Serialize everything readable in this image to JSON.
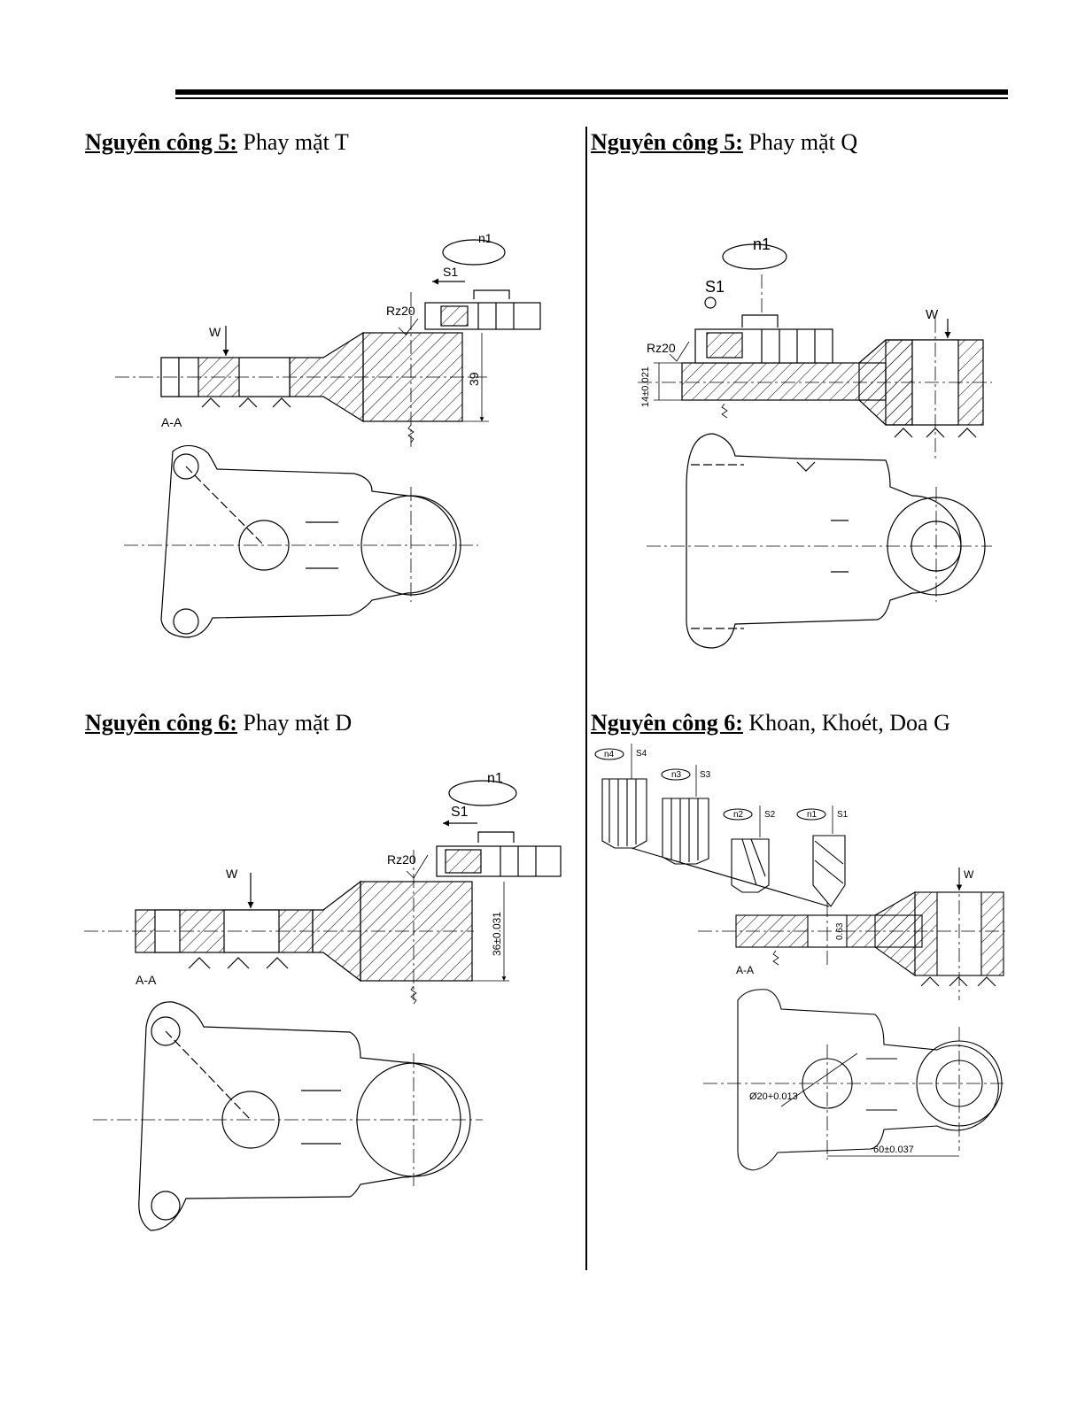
{
  "sections": [
    {
      "label": "Nguyên công 5:",
      "desc": "Phay mặt T"
    },
    {
      "label": "Nguyên công 5:",
      "desc": "Phay mặt Q"
    },
    {
      "label": "Nguyên công 6:",
      "desc": "Phay mặt D"
    },
    {
      "label": "Nguyên công 6:",
      "desc": "Khoan, Khoét, Doa G"
    }
  ],
  "d1": {
    "n": "n1",
    "s": "S1",
    "rz": "Rz20",
    "w": "W",
    "section": "A-A",
    "dim": "39"
  },
  "d2": {
    "n": "n1",
    "s": "S1",
    "rz": "Rz20",
    "w": "W",
    "dim": "14±0.021"
  },
  "d3": {
    "n": "n1",
    "s": "S1",
    "rz": "Rz20",
    "w": "W",
    "section": "A-A",
    "dim": "36±0.031"
  },
  "d4": {
    "n4": "n4",
    "s4": "S4",
    "n3": "n3",
    "s3": "S3",
    "n2": "n2",
    "s2": "S2",
    "n1": "n1",
    "s1": "S1",
    "w": "W",
    "section": "A-A",
    "dim_small": "0.63",
    "diam": "Ø20+0.013",
    "dim": "60±0.037"
  }
}
